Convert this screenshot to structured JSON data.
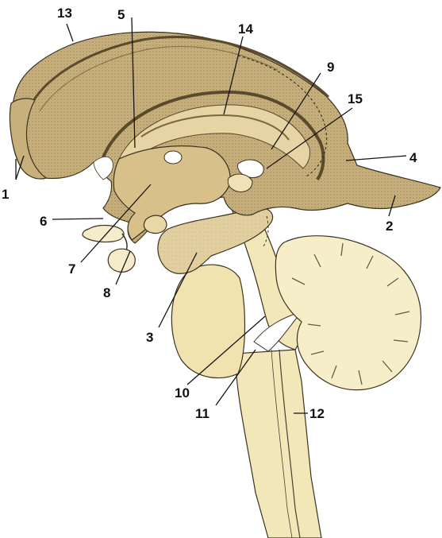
{
  "colors": {
    "background": "#ffffff",
    "hemisphere_fill": "#d9c495",
    "hemisphere_shade": "#a58e5d",
    "cortex_edge": "#5a4a2c",
    "brainstem_fill": "#f2e7b8",
    "cerebellum_fill": "#f6eec8",
    "ventricle_fill": "#ffffff",
    "label_color": "#111111"
  },
  "labels": {
    "n1": "1",
    "n2": "2",
    "n3": "3",
    "n4": "4",
    "n5": "5",
    "n6": "6",
    "n7": "7",
    "n8": "8",
    "n9": "9",
    "n10": "10",
    "n11": "11",
    "n12": "12",
    "n13": "13",
    "n14": "14",
    "n15": "15"
  }
}
